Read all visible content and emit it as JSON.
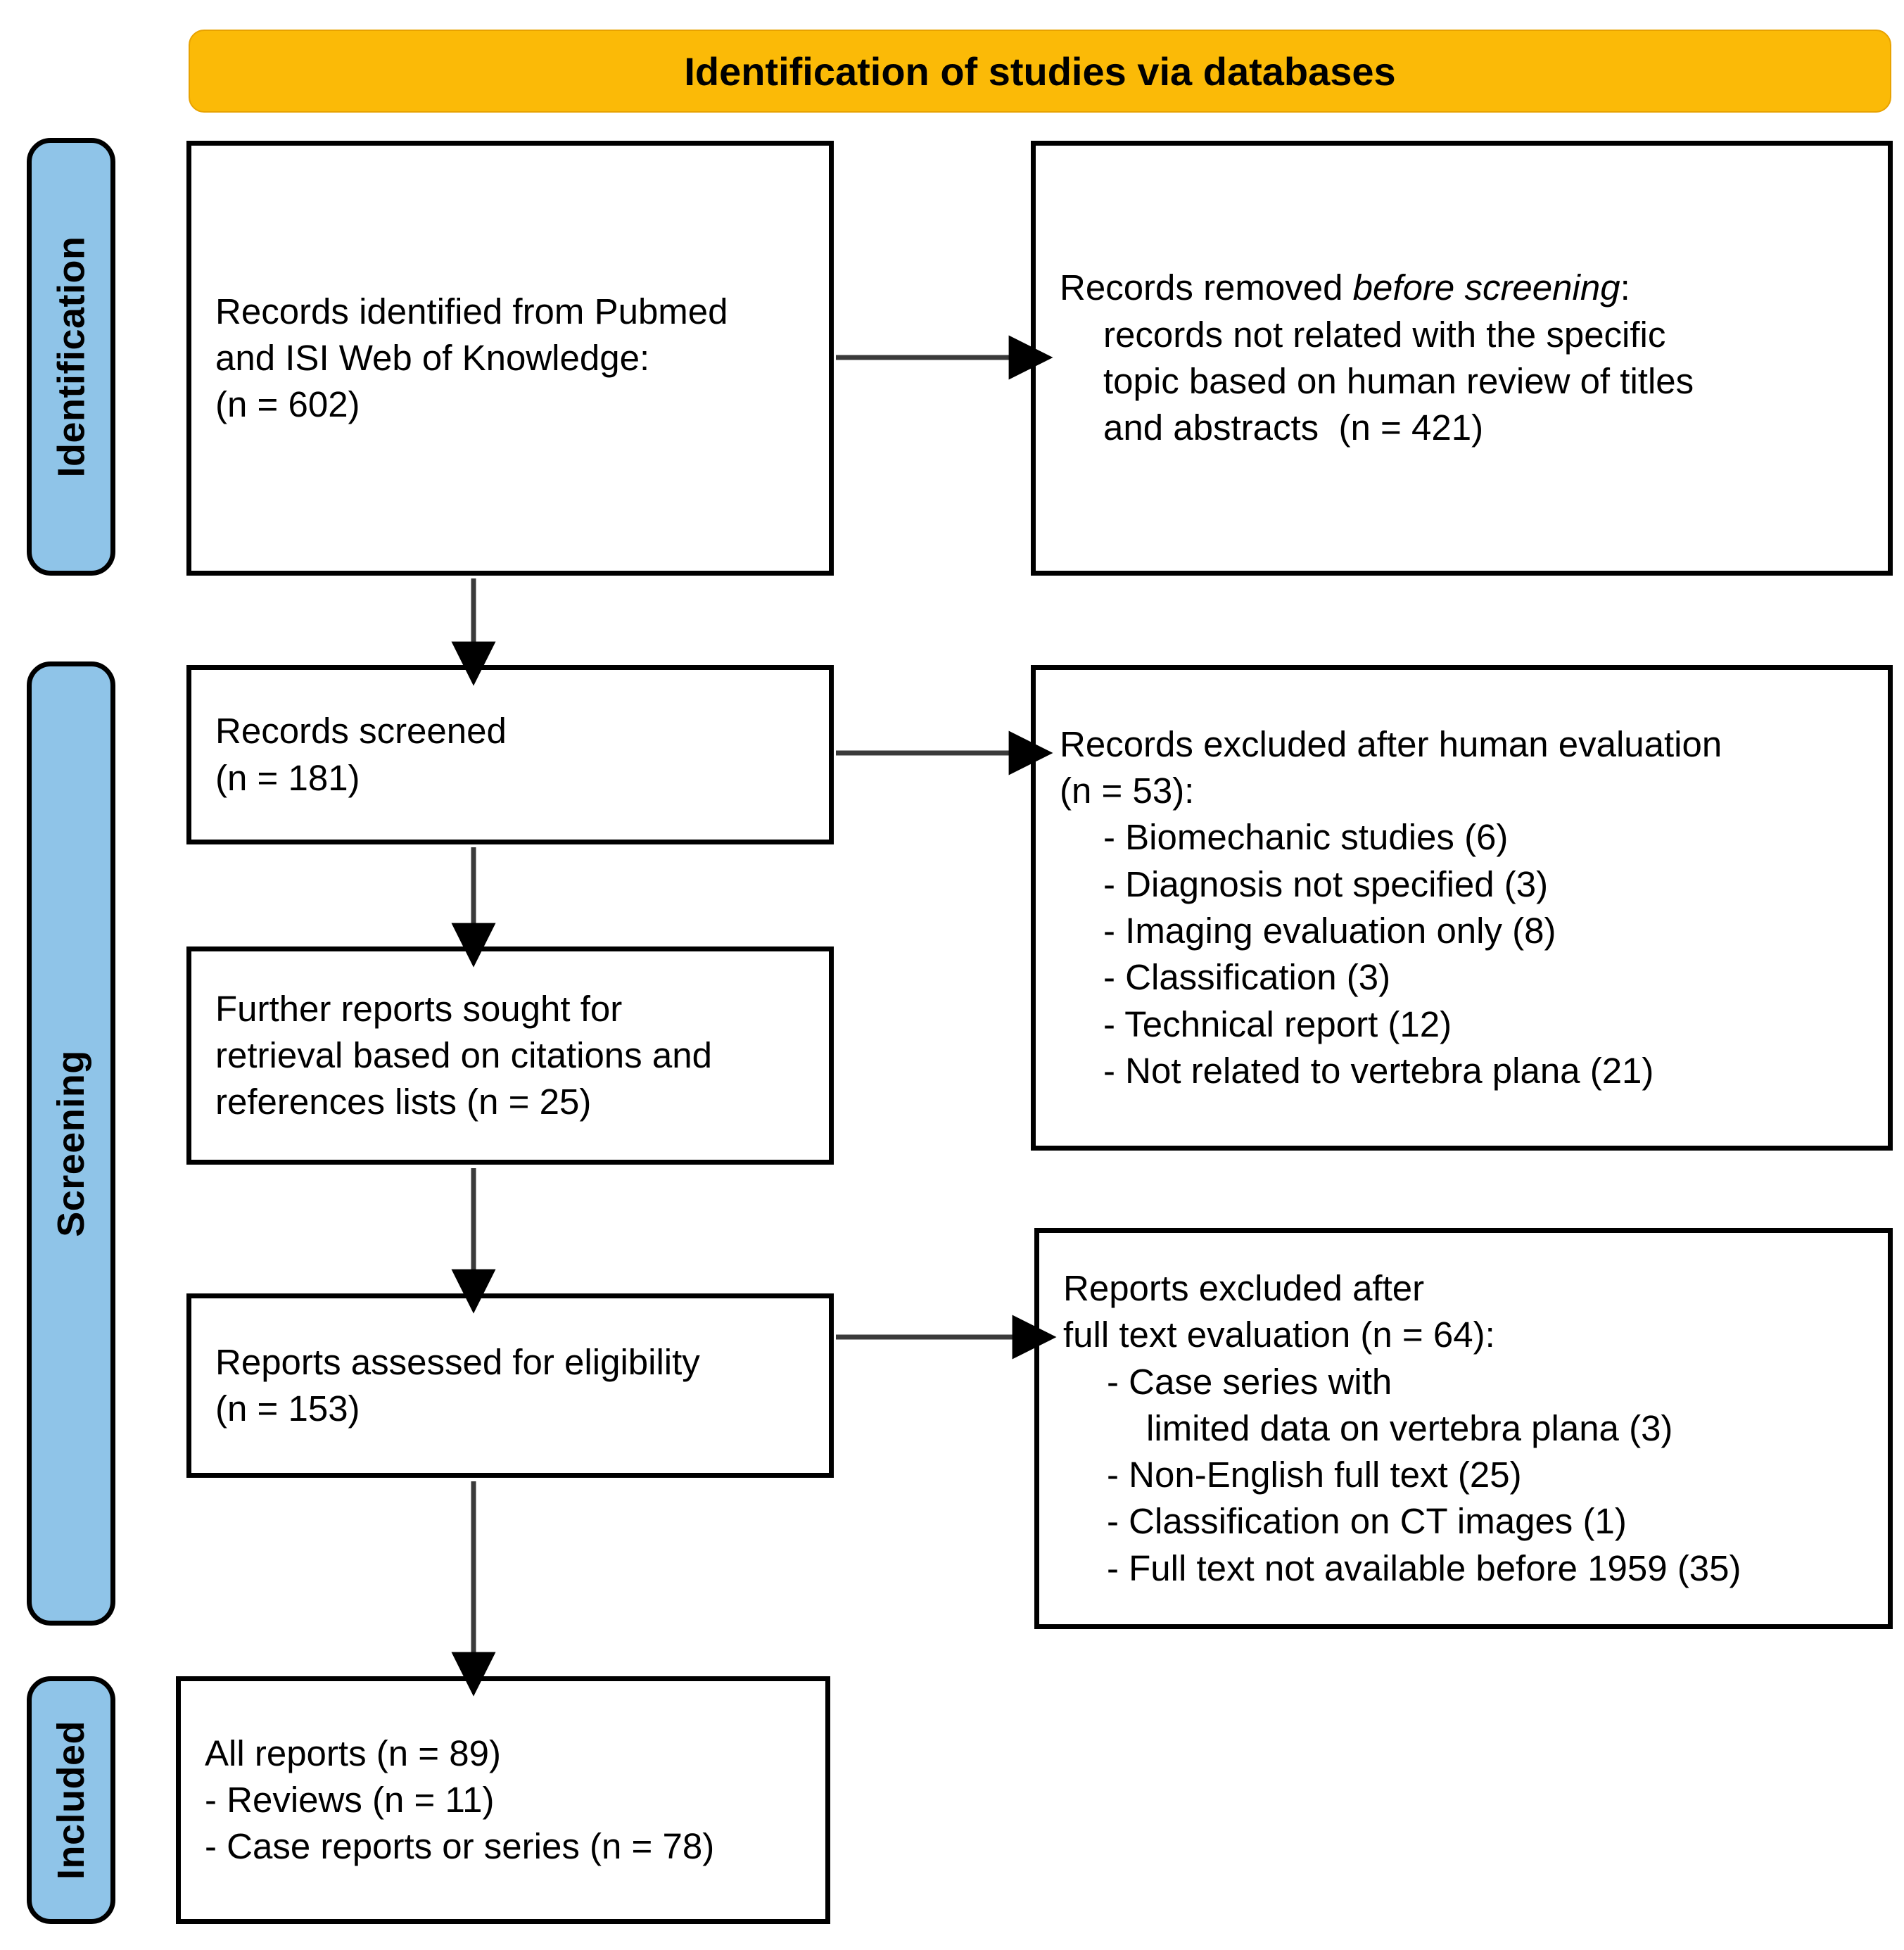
{
  "header": {
    "banner_label": "Identification of studies via databases",
    "banner_color": "#FBBA07"
  },
  "stages": {
    "color": "#8FC4E8",
    "items": [
      {
        "key": "identification",
        "label": "Identification"
      },
      {
        "key": "screening",
        "label": "Screening"
      },
      {
        "key": "included",
        "label": "Included"
      }
    ]
  },
  "boxes": {
    "records_identified": {
      "name": "records-identified-box",
      "lines": [
        "Records identified from Pubmed",
        "and ISI Web of Knowledge:",
        "(n = 602)"
      ]
    },
    "records_removed": {
      "name": "records-removed-box",
      "lead_prefix": "Records removed ",
      "lead_italic": "before screening",
      "lead_suffix": ":",
      "lines": [
        "records not related with the specific",
        "topic based on human review of titles",
        "and abstracts  (n = 421)"
      ]
    },
    "records_screened": {
      "name": "records-screened-box",
      "lines": [
        "Records screened",
        "(n = 181)"
      ]
    },
    "records_excluded": {
      "name": "records-excluded-box",
      "heading": [
        "Records excluded after human evaluation",
        "(n = 53):"
      ],
      "items": [
        "- Biomechanic studies (6)",
        "- Diagnosis not specified (3)",
        "- Imaging evaluation only (8)",
        "- Classification (3)",
        "- Technical report (12)",
        "- Not related to vertebra plana (21)"
      ]
    },
    "further_reports": {
      "name": "further-reports-box",
      "lines": [
        "Further reports sought for",
        "retrieval based on citations and",
        "references lists (n = 25)"
      ]
    },
    "reports_assessed": {
      "name": "reports-assessed-box",
      "lines": [
        "Reports assessed for eligibility",
        "(n = 153)"
      ]
    },
    "reports_excluded": {
      "name": "reports-excluded-box",
      "heading": [
        "Reports excluded after",
        "full text evaluation (n = 64):"
      ],
      "items": [
        "- Case series with",
        "limited data on vertebra plana (3)",
        "- Non-English full text (25)",
        "- Classification on CT images (1)",
        "- Full text not available before 1959 (35)"
      ]
    },
    "all_reports": {
      "name": "all-reports-box",
      "lines": [
        "All reports (n = 89)",
        "- Reviews (n = 11)",
        "- Case reports or series (n = 78)"
      ]
    }
  },
  "arrows": [
    {
      "name": "arrow-identified-to-removed",
      "direction": "right"
    },
    {
      "name": "arrow-identified-to-screened",
      "direction": "down"
    },
    {
      "name": "arrow-screened-to-excluded",
      "direction": "right"
    },
    {
      "name": "arrow-screened-to-further-reports",
      "direction": "down"
    },
    {
      "name": "arrow-further-reports-to-assessed",
      "direction": "down"
    },
    {
      "name": "arrow-assessed-to-excluded",
      "direction": "right"
    },
    {
      "name": "arrow-assessed-to-all-reports",
      "direction": "down"
    }
  ]
}
